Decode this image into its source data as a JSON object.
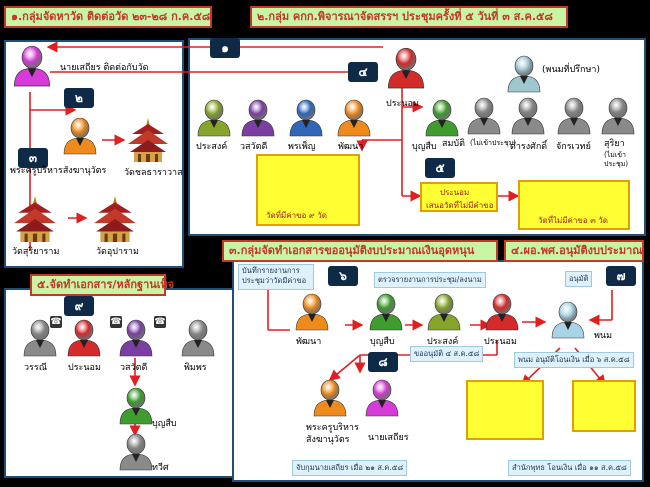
{
  "headers": {
    "h1": "๑.กลุ่มจัดหาวัด ติดต่อวัด ๒๓-๒๘ ก.ค.๕๘",
    "h2": "๒.กลุ่ม คกก.พิจารณาจัดสรรฯ ประชุมครั้งที่ ๕ วันที่ ๓ ส.ค.๕๘",
    "h3": "๓.กลุ่มจัดทำเอกสารขออนุมัติงบประมาณเงินอุดหนุน",
    "h4": "๔.ผอ.พศ.อนุมัติงบประมาณ",
    "h5": "๕.จัดทำเอกสาร/หลักฐานเท็จ"
  },
  "badges": {
    "b1": "๑",
    "b2": "๒",
    "b3": "๓",
    "b4": "๔",
    "b5": "๕",
    "b6": "๖",
    "b7": "๗",
    "b8": "๘",
    "b9": "๙"
  },
  "people": {
    "nai_sathian_top": "นายเสถียร ติดต่อกับวัด",
    "phra_khru": "พระครูบริหารสังฆานุวัตร",
    "wat_chon": "วัดชลธาราวาส",
    "wat_suriya": "วัดสุริยาราม",
    "wat_upa": "วัดอุปาราม",
    "prasong": "ประสงค์",
    "wasawadi": "วสวัตดี",
    "phraphen": "พรเพ็ญ",
    "phatthana": "พัฒนา",
    "pranom": "ประนอม",
    "advisor": "(พนมที่ปรึกษา)",
    "boonsueb": "บุญสืบ",
    "sombat": "สมบัติ",
    "sombat_note": "(ไม่เข้าประชุม)",
    "damrongsak": "ดำรงศักดิ์",
    "jakravet": "จักรเวทย์",
    "suriya": "สุริยา",
    "suriya_note1": "(ไม่เข้า",
    "suriya_note2": "ประชุม)",
    "wat_9": "วัดที่มีค่าขอ ๙ วัด",
    "pranom_box1": "ประนอม",
    "pranom_box2": "เสนอวัดที่ไม่มีคำขอ",
    "wat_no_req": "วัดที่ไม่มีค่าขอ ๓ วัด",
    "record": "บันทึกรายงานการ\nประชุมว่าวัดมีค่าขอ",
    "check_report": "ตรวจรายงานการประชุม/ลงนาม",
    "approve": "อนุมัติ",
    "p3_phatthana": "พัฒนา",
    "p3_boonsueb": "บุญสืบ",
    "p3_prasong": "ประสงค์",
    "p3_pranom": "ประนอม",
    "phanom": "พนม",
    "req_date": "ขออนุมัติ ๔ ส.ค.๕๘",
    "phanom_transfer": "พนม อนุมัติโอนเงิน เมื่อ ๖ ส.ค.๕๘",
    "p3_phrakhru1": "พระครูบริหาร",
    "p3_phrakhru2": "สังฆานุวัตร",
    "p3_sathian": "นายเสถียร",
    "arrest": "จับกุมนายเสถียร เมื่อ ๒๑ ส.ค.๕๘",
    "office_transfer": "สำนักพุทธ โอนเงิน เมื่อ ๑๑ ส.ค.๕๘",
    "p5_wannee": "วรรณี",
    "p5_pranom": "ประนอม",
    "p5_wasawadi": "วสวัตดี",
    "p5_phimphon": "พิมพร",
    "p5_boonsueb": "บุญสืบ",
    "p5_thawisak": "ทวีศ"
  },
  "colors": {
    "magenta": "#d63ad8",
    "orange": "#ef8a1c",
    "red": "#d42a2a",
    "green": "#3f9c2f",
    "olive": "#86a52a",
    "purple": "#7b3fa3",
    "blue": "#2f66b8",
    "gray": "#8a8a8a",
    "lightblue": "#a8d4e6",
    "teal": "#9fc7cf"
  }
}
